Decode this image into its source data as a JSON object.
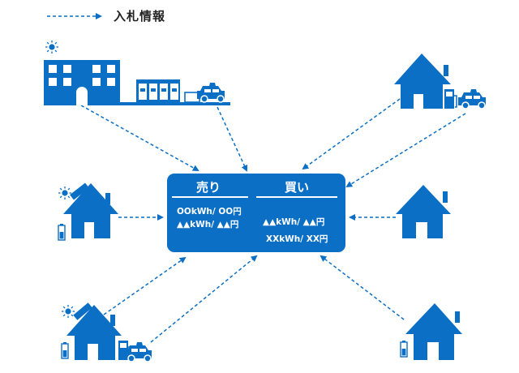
{
  "legend": {
    "label": "入札情報"
  },
  "market": {
    "sell": {
      "header": "売り",
      "rows": [
        "OOkWh/ OO円",
        "▲▲kWh/ ▲▲円"
      ]
    },
    "buy": {
      "header": "買い",
      "rows": [
        "▲▲kWh/ ▲▲円",
        "XXkWh/ XX円"
      ]
    }
  },
  "participants": [
    "building-with-solar-and-chargers",
    "house-with-ev",
    "house-with-solar-and-battery",
    "house",
    "house-with-solar-battery-and-ev",
    "house-with-battery"
  ],
  "colors": {
    "primary": "#0b6fc5",
    "text": "#222222",
    "background": "#ffffff"
  }
}
